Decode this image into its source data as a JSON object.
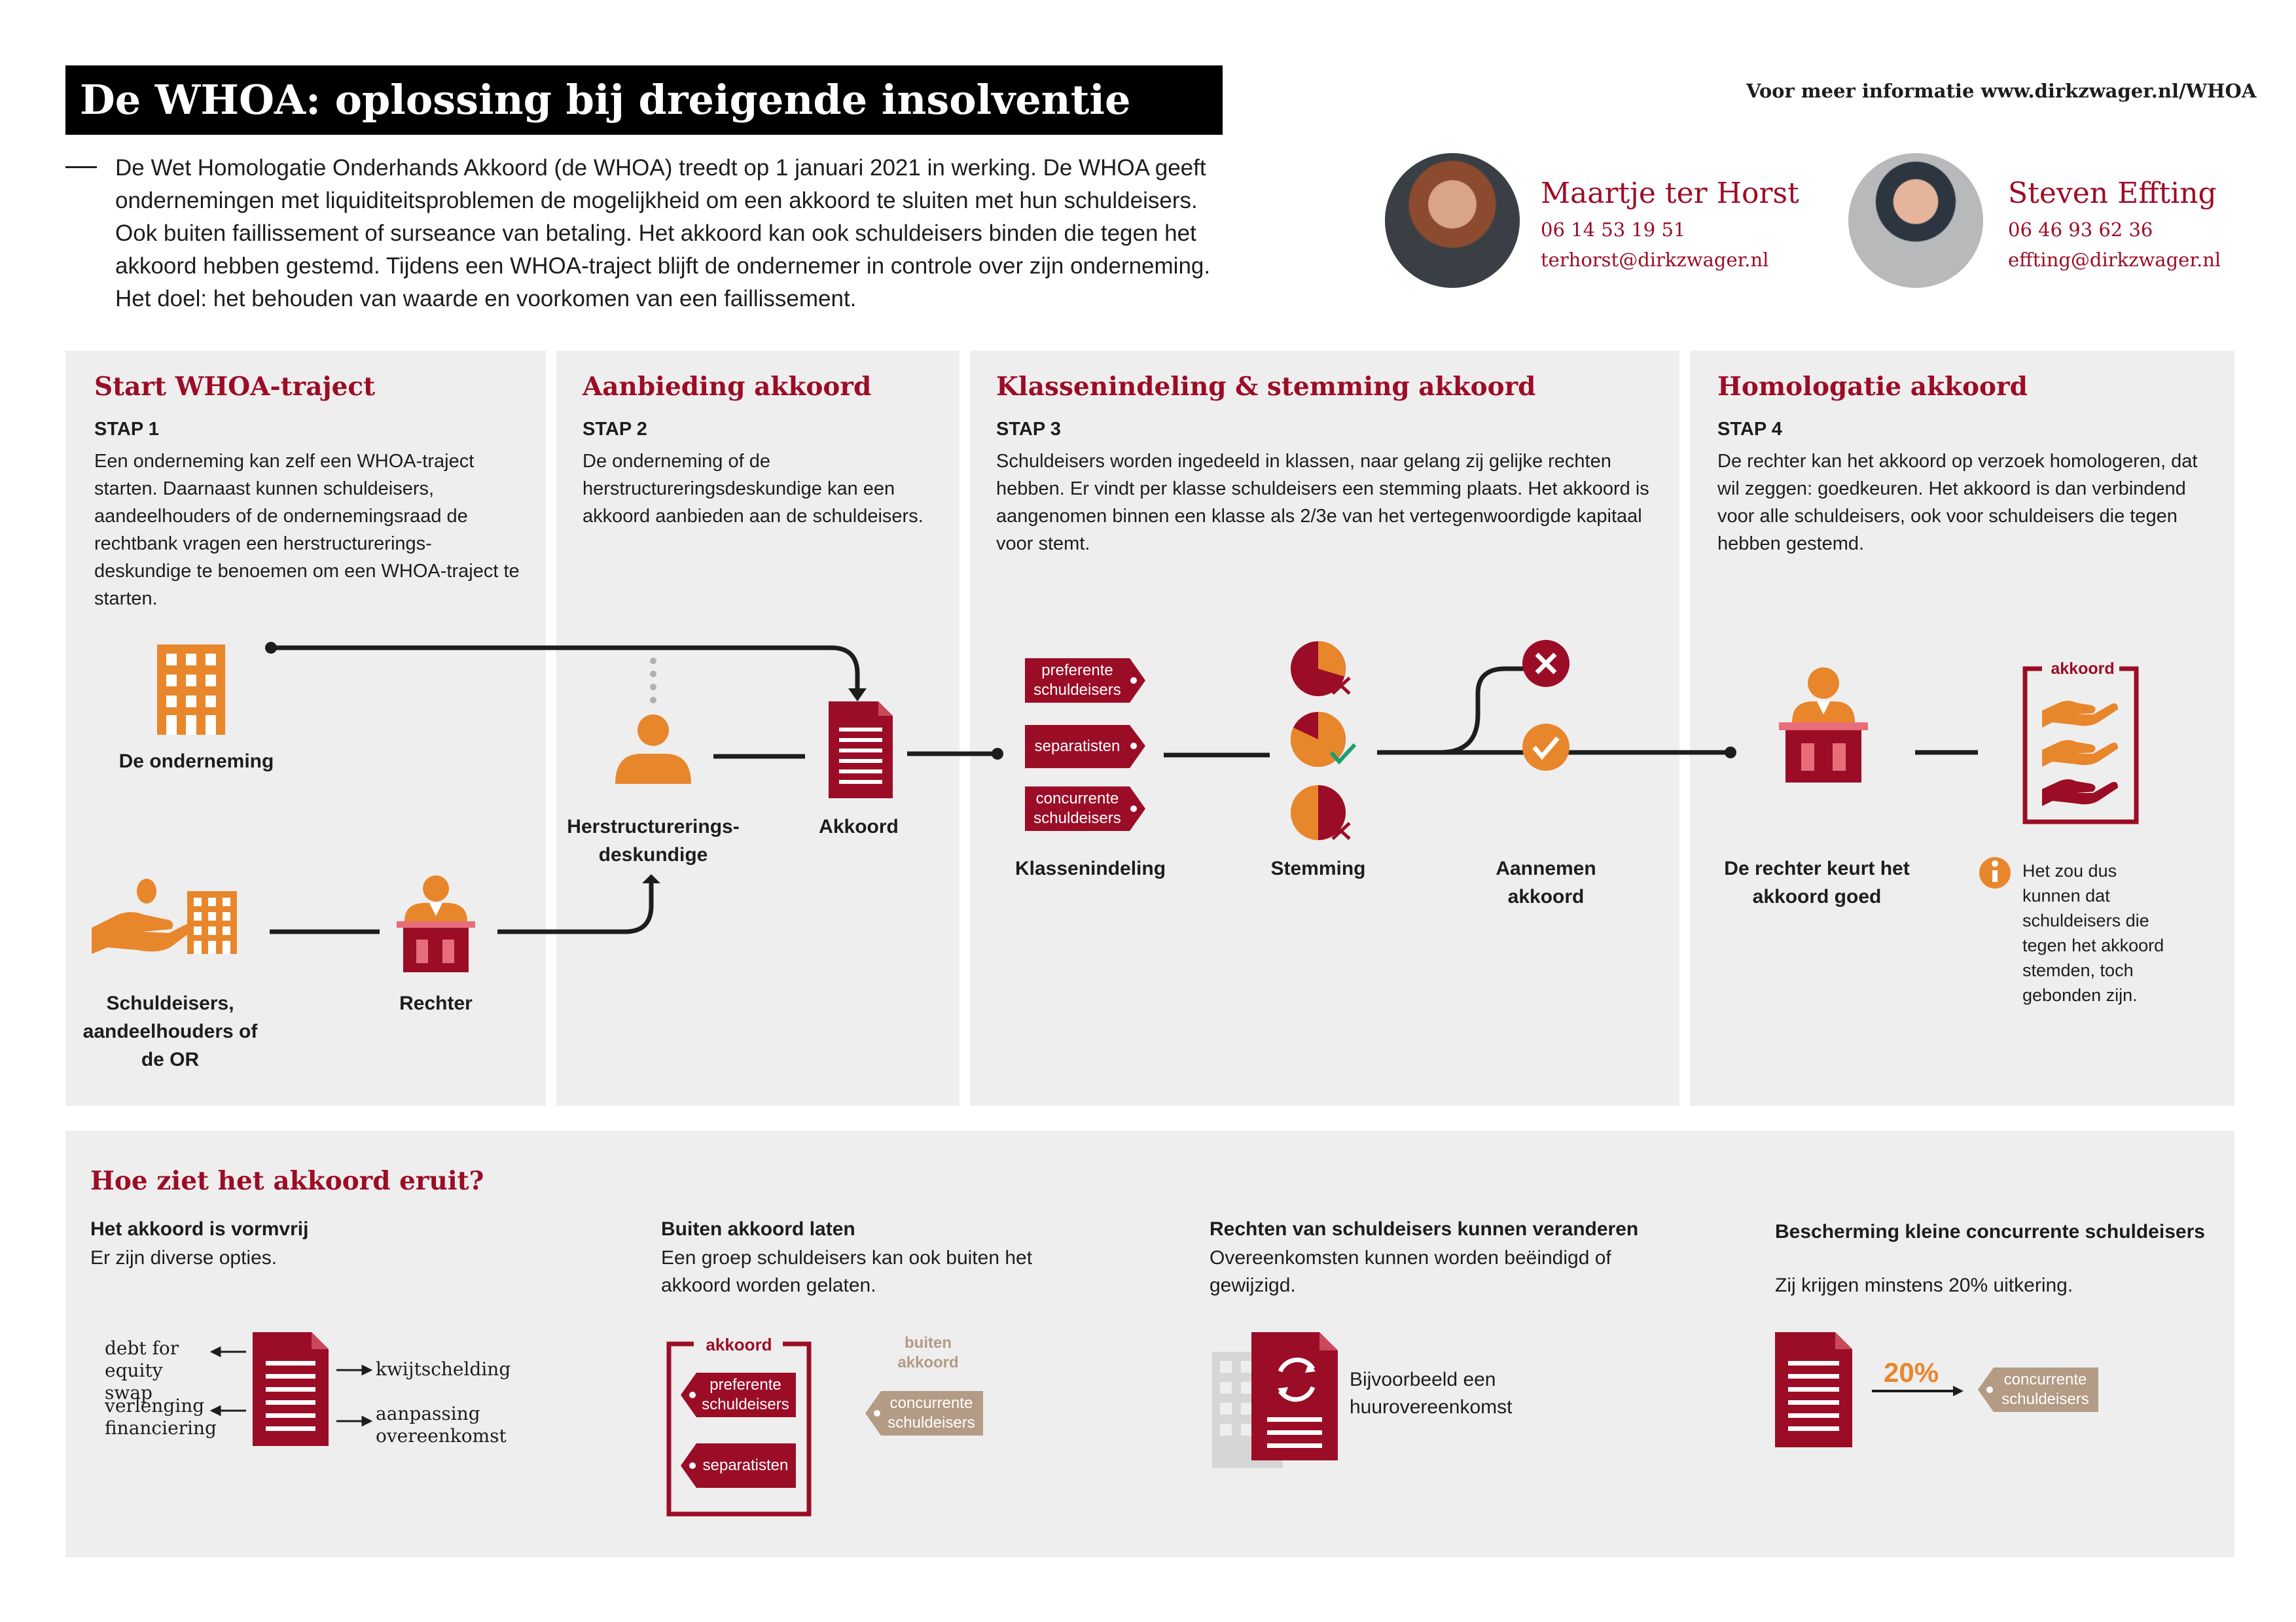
{
  "header": {
    "title": "De WHOA: oplossing bij dreigende insolventie",
    "info": "Voor meer informatie www.dirkzwager.nl/WHOA",
    "intro": "De Wet Homologatie Onderhands Akkoord (de WHOA) treedt op 1 januari 2021 in werking. De WHOA geeft ondernemingen met liquiditeitsproblemen de mogelijkheid om een akkoord te sluiten met hun schuldeisers. Ook buiten faillissement of surseance van betaling. Het akkoord kan ook schuldeisers binden die tegen het akkoord hebben gestemd. Tijdens een WHOA-traject blijft de ondernemer in controle over zijn onderneming. Het doel: het behouden van waarde en voorkomen van een faillissement."
  },
  "contacts": [
    {
      "name": "Maartje ter Horst",
      "phone": "06 14 53 19 51",
      "email": "terhorst@dirkzwager.nl"
    },
    {
      "name": "Steven Effting",
      "phone": "06 46 93 62 36",
      "email": "effting@dirkzwager.nl"
    }
  ],
  "steps": [
    {
      "title": "Start WHOA-traject",
      "stap": "STAP 1",
      "text": "Een onderneming kan zelf een WHOA-traject starten. Daarnaast kunnen schuldeisers, aandeelhouders of de ondernemingsraad de rechtbank vragen een herstructurerings-deskundige te benoemen om een WHOA-traject te starten."
    },
    {
      "title": "Aanbieding akkoord",
      "stap": "STAP 2",
      "text": "De onderneming of de herstructureringsdeskundige kan een akkoord aanbieden aan de schuldeisers."
    },
    {
      "title": "Klassenindeling & stemming akkoord",
      "stap": "STAP 3",
      "text": "Schuldeisers worden ingedeeld in klassen, naar gelang zij gelijke rechten hebben. Er vindt per klasse schuldeisers een stemming plaats. Het akkoord is aangenomen binnen een klasse als 2/3e van het vertegenwoordigde kapitaal voor stemt."
    },
    {
      "title": "Homologatie akkoord",
      "stap": "STAP 4",
      "text": "De rechter kan het akkoord op verzoek homologeren, dat wil zeggen: goedkeuren. Het akkoord is dan verbindend voor alle schuldeisers, ook voor schuldeisers die tegen hebben gestemd."
    }
  ],
  "flow": {
    "onderneming": "De onderneming",
    "schuldeisers": "Schuldeisers, aandeelhouders of de OR",
    "rechter": "Rechter",
    "deskundige": "Herstructurerings-deskundige",
    "akkoord": "Akkoord",
    "tags": [
      "preferente schuldeisers",
      "separatisten",
      "concurrente schuldeisers"
    ],
    "klassenindeling": "Klassenindeling",
    "stemming": "Stemming",
    "aannemen": "Aannemen akkoord",
    "rechter_keurt": "De rechter keurt het akkoord goed",
    "akkoord_board": "akkoord",
    "note": "Het zou dus kunnen dat schuldeisers die tegen het akkoord stemden, toch gebonden zijn."
  },
  "bottom": {
    "title": "Hoe ziet het akkoord eruit?",
    "cols": [
      {
        "heading": "Het akkoord is vormvrij",
        "text": "Er zijn diverse opties."
      },
      {
        "heading": "Buiten akkoord laten",
        "text": "Een groep schuldeisers kan ook buiten het akkoord worden gelaten."
      },
      {
        "heading": "Rechten van schuldeisers kunnen veranderen",
        "text": "Overeenkomsten kunnen worden beëindigd of gewijzigd."
      },
      {
        "heading": "Bescherming kleine concurrente schuldeisers",
        "text": "Zij krijgen minstens 20% uitkering."
      }
    ],
    "options_left": [
      "debt for equity swap",
      "verlenging financiering"
    ],
    "options_right": [
      "kwijtschelding",
      "aanpassing overeenkomst"
    ],
    "akkoord_label": "akkoord",
    "buiten_label": "buiten akkoord",
    "in_tags": [
      "preferente schuldeisers",
      "separatisten"
    ],
    "out_tag": "concurrente schuldeisers",
    "example": "Bijvoorbeeld een huurovereenkomst",
    "percent": "20%",
    "protected_tag": "concurrente schuldeisers"
  },
  "colors": {
    "red": "#9b0d26",
    "orange": "#e8862c",
    "tan": "#b39b85",
    "panel": "#efeeee"
  }
}
